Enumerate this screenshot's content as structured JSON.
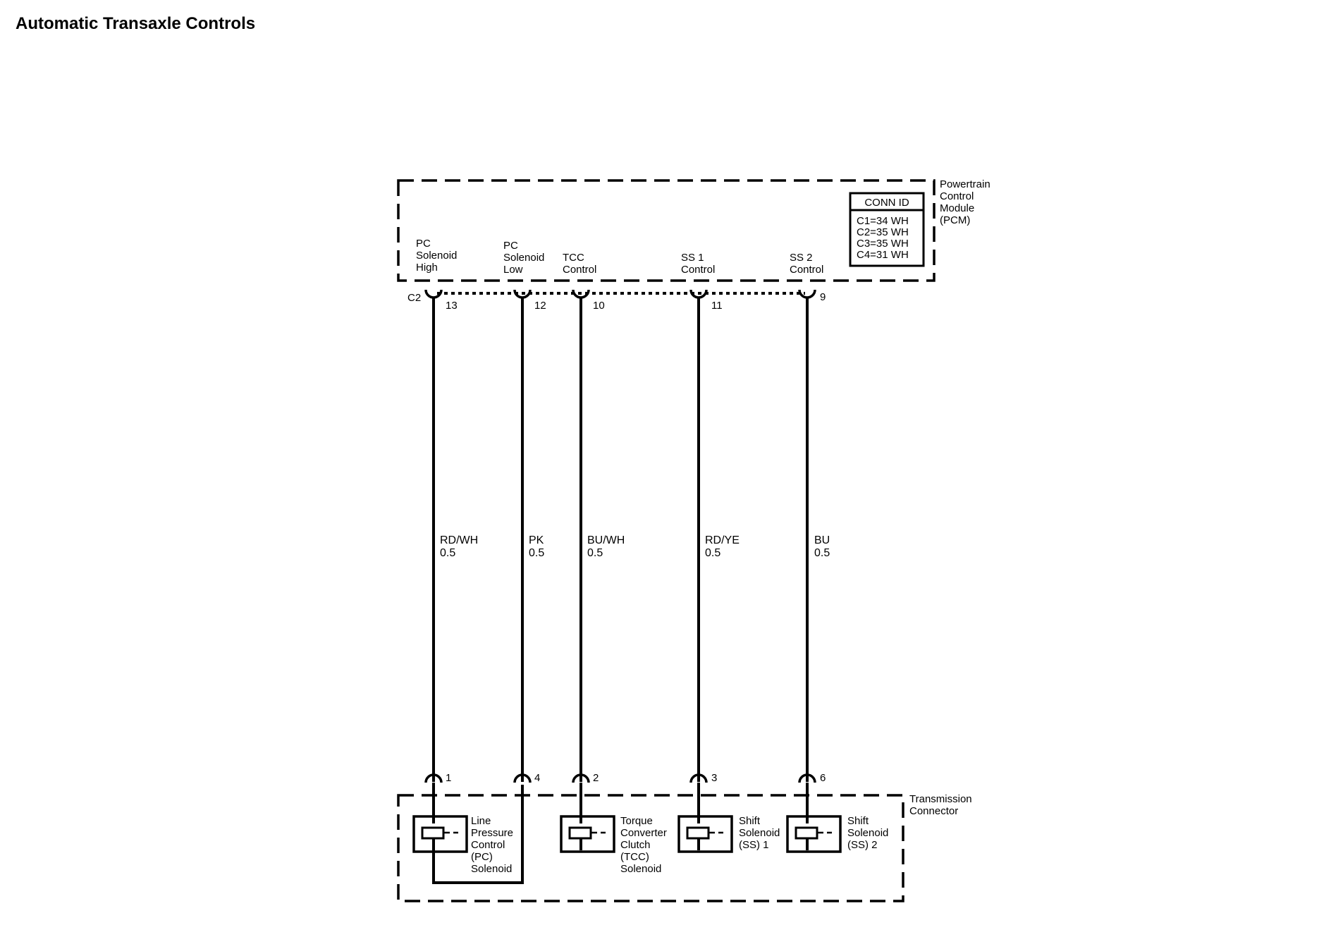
{
  "title": "Automatic Transaxle Controls",
  "pcm": {
    "name_lines": [
      "Powertrain",
      "Control",
      "Module",
      "(PCM)"
    ],
    "conn_id": {
      "header": "CONN ID",
      "rows": [
        "C1=34 WH",
        "C2=35 WH",
        "C3=35 WH",
        "C4=31 WH"
      ]
    },
    "connector_label": "C2"
  },
  "transmission_connector": {
    "name_lines": [
      "Transmission",
      "Connector"
    ]
  },
  "circuits": [
    {
      "pcm_label": [
        "PC",
        "Solenoid",
        "High"
      ],
      "pcm_pin": "13",
      "wire_color": "RD/WH",
      "wire_gauge": "0.5",
      "trans_pin": "1",
      "component_label": [
        "Line",
        "Pressure",
        "Control",
        "(PC)",
        "Solenoid"
      ]
    },
    {
      "pcm_label": [
        "PC",
        "Solenoid",
        "Low"
      ],
      "pcm_pin": "12",
      "wire_color": "PK",
      "wire_gauge": "0.5",
      "trans_pin": "4",
      "component_label": []
    },
    {
      "pcm_label": [
        "TCC",
        "Control"
      ],
      "pcm_pin": "10",
      "wire_color": "BU/WH",
      "wire_gauge": "0.5",
      "trans_pin": "2",
      "component_label": [
        "Torque",
        "Converter",
        "Clutch",
        "(TCC)",
        "Solenoid"
      ]
    },
    {
      "pcm_label": [
        "SS 1",
        "Control"
      ],
      "pcm_pin": "11",
      "wire_color": "RD/YE",
      "wire_gauge": "0.5",
      "trans_pin": "3",
      "component_label": [
        "Shift",
        "Solenoid",
        "(SS) 1"
      ]
    },
    {
      "pcm_label": [
        "SS 2",
        "Control"
      ],
      "pcm_pin": "9",
      "wire_color": "BU",
      "wire_gauge": "0.5",
      "trans_pin": "6",
      "component_label": [
        "Shift",
        "Solenoid",
        "(SS) 2"
      ]
    }
  ]
}
